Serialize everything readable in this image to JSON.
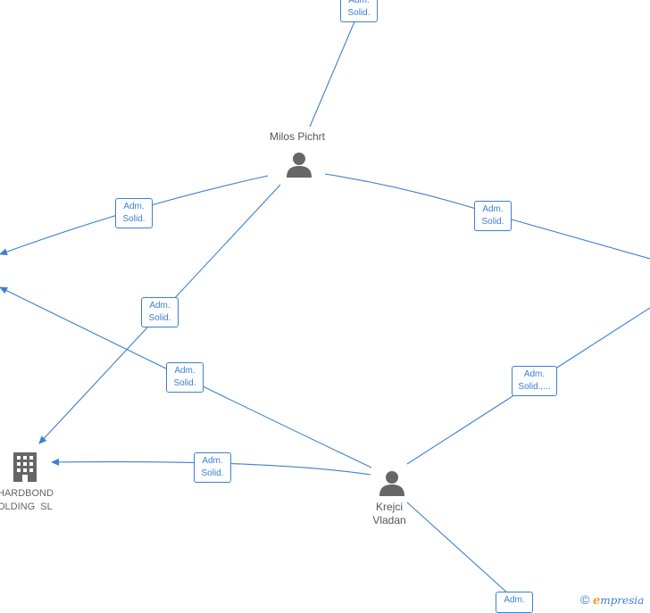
{
  "nodes": {
    "milos": {
      "name": "Milos Pichrt",
      "icon": "person-icon"
    },
    "krejci": {
      "name_line1": "Krejci",
      "name_line2": "Vladan",
      "icon": "person-icon"
    },
    "company": {
      "name_line1": "HARDBOND",
      "name_line2": "OLDING  SL",
      "icon": "building-icon"
    }
  },
  "relations": [
    {
      "line1": "Adm.",
      "line2": "Solid."
    },
    {
      "line1": "Adm.",
      "line2": "Solid."
    },
    {
      "line1": "Adm.",
      "line2": "Solid."
    },
    {
      "line1": "Adm.",
      "line2": "Solid."
    },
    {
      "line1": "Adm.",
      "line2": "Solid."
    },
    {
      "line1": "Adm.",
      "line2": "Solid.,..."
    },
    {
      "line1": "Adm.",
      "line2": "Solid."
    },
    {
      "line1": "Adm.",
      "line2": ""
    }
  ],
  "footer": {
    "copyright": "©",
    "brand_initial": "e",
    "brand_rest": "mpresia"
  },
  "colors": {
    "edge": "#3d7fd0",
    "icon": "#666666",
    "label": "#555555"
  }
}
